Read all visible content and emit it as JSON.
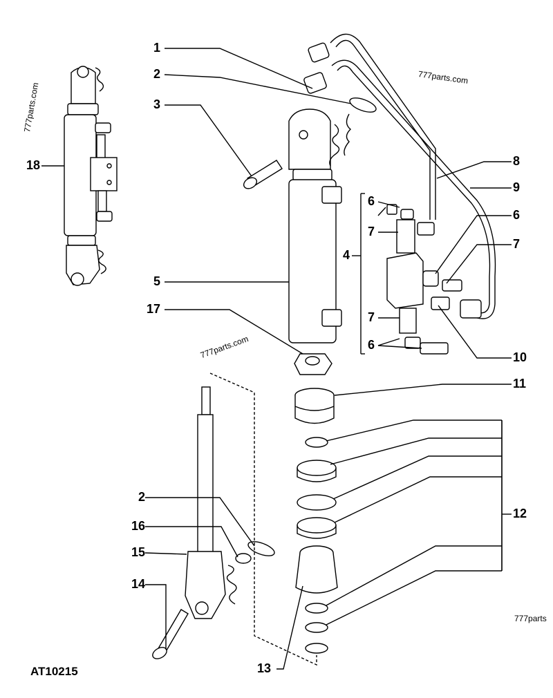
{
  "drawing": {
    "code": "AT10215",
    "watermark": "777parts.com",
    "watermark_cut": "777parts"
  },
  "callouts": {
    "c1": "1",
    "c2a": "2",
    "c2b": "2",
    "c3": "3",
    "c4": "4",
    "c5": "5",
    "c6a": "6",
    "c6b": "6",
    "c6c": "6",
    "c7a": "7",
    "c7b": "7",
    "c7c": "7",
    "c8": "8",
    "c9": "9",
    "c10": "10",
    "c11": "11",
    "c12": "12",
    "c13": "13",
    "c14": "14",
    "c15": "15",
    "c16": "16",
    "c17": "17",
    "c18": "18"
  }
}
